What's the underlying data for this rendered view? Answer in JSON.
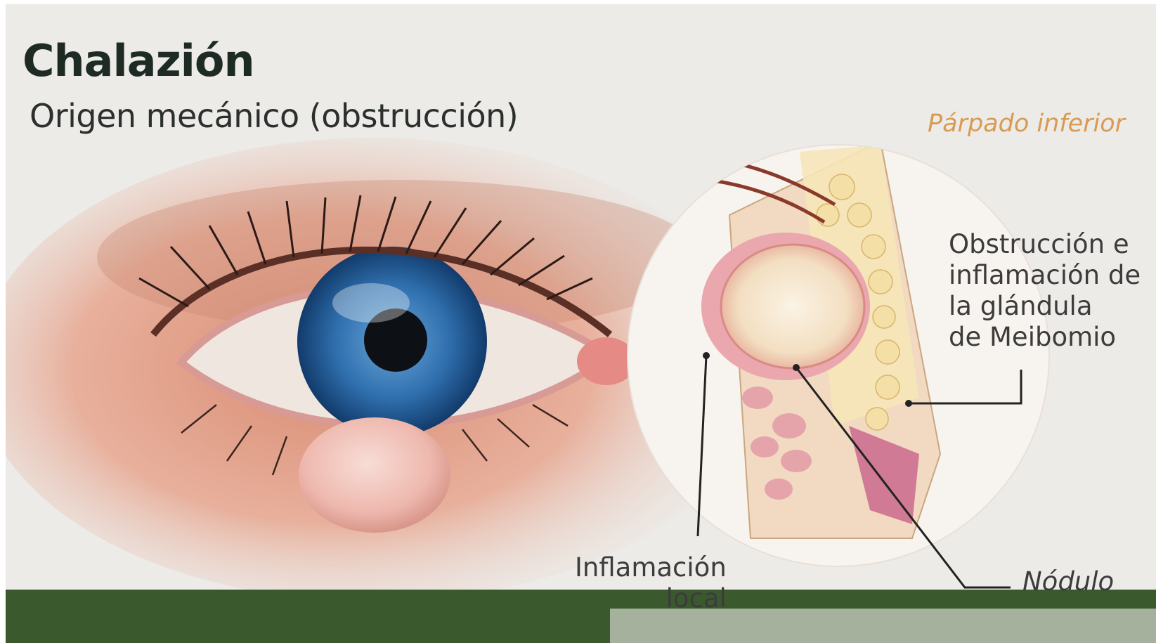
{
  "title": "Chalazión",
  "subtitle": "Origen mecánico (obstrucción)",
  "section_label": "Párpado inferior",
  "labels": {
    "obstruction": [
      "Obstrucción e",
      "inflamación de",
      "la glándula",
      "de Meibomio"
    ],
    "inflammation": [
      "Inflamación",
      "local"
    ],
    "nodule": "Nódulo"
  },
  "colors": {
    "title": "#1e2a24",
    "section_label": "#d99a52",
    "iris": "#2f6fae",
    "nodule": "#f0c6c0",
    "green_band": "#3a5a2e"
  }
}
